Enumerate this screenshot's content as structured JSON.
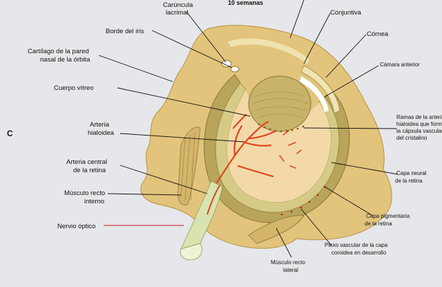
{
  "figure": {
    "panel_letter": "C",
    "stage_caption": "10 semanas"
  },
  "labels": {
    "caruncula_line1": "Carúncula",
    "caruncula_line2": "lacrimal",
    "borde_iris": "Borde del iris",
    "cartilago_line1": "Cartílago de la pared",
    "cartilago_line2": "nasal de la órbita",
    "cuerpo_vitreo": "Cuerpo vítreo",
    "arteria_hialoidea_line1": "Arteria",
    "arteria_hialoidea_line2": "hialoidea",
    "arteria_central_line1": "Arteria central",
    "arteria_central_line2": "de la retina",
    "musculo_recto_interno_line1": "Músculo recto",
    "musculo_recto_interno_line2": "interno",
    "nervio_optico": "Nervio óptico",
    "conjuntiva": "Conjuntiva",
    "cornea": "Córnea",
    "camara_anterior": "Cámara anterior",
    "ramas_line1": "Ramas de la arteria",
    "ramas_line2": "hialoidea que forman",
    "ramas_line3": "la cápsula vascular",
    "ramas_line4": "del cristalino",
    "capa_neural_line1": "Capa neural",
    "capa_neural_line2": "de la retina",
    "capa_pigmentaria_line1": "Capa pigmentaria",
    "capa_pigmentaria_line2": "de la retina",
    "plexo_line1": "Plexo vascular de la capa",
    "plexo_line2": "coroidea en desarrollo",
    "musculo_recto_lateral_line1": "Músculo recto",
    "musculo_recto_lateral_line2": "lateral"
  },
  "colors": {
    "tissue": "#e2c47c",
    "tissue_dark": "#b8903f",
    "retina_band": "#cfc37a",
    "vitreous": "#f3d9a8",
    "lens": "#c8b36a",
    "artery": "#e0451f",
    "nerve": "#d8e3b0",
    "leader_red": "#c5161d"
  }
}
